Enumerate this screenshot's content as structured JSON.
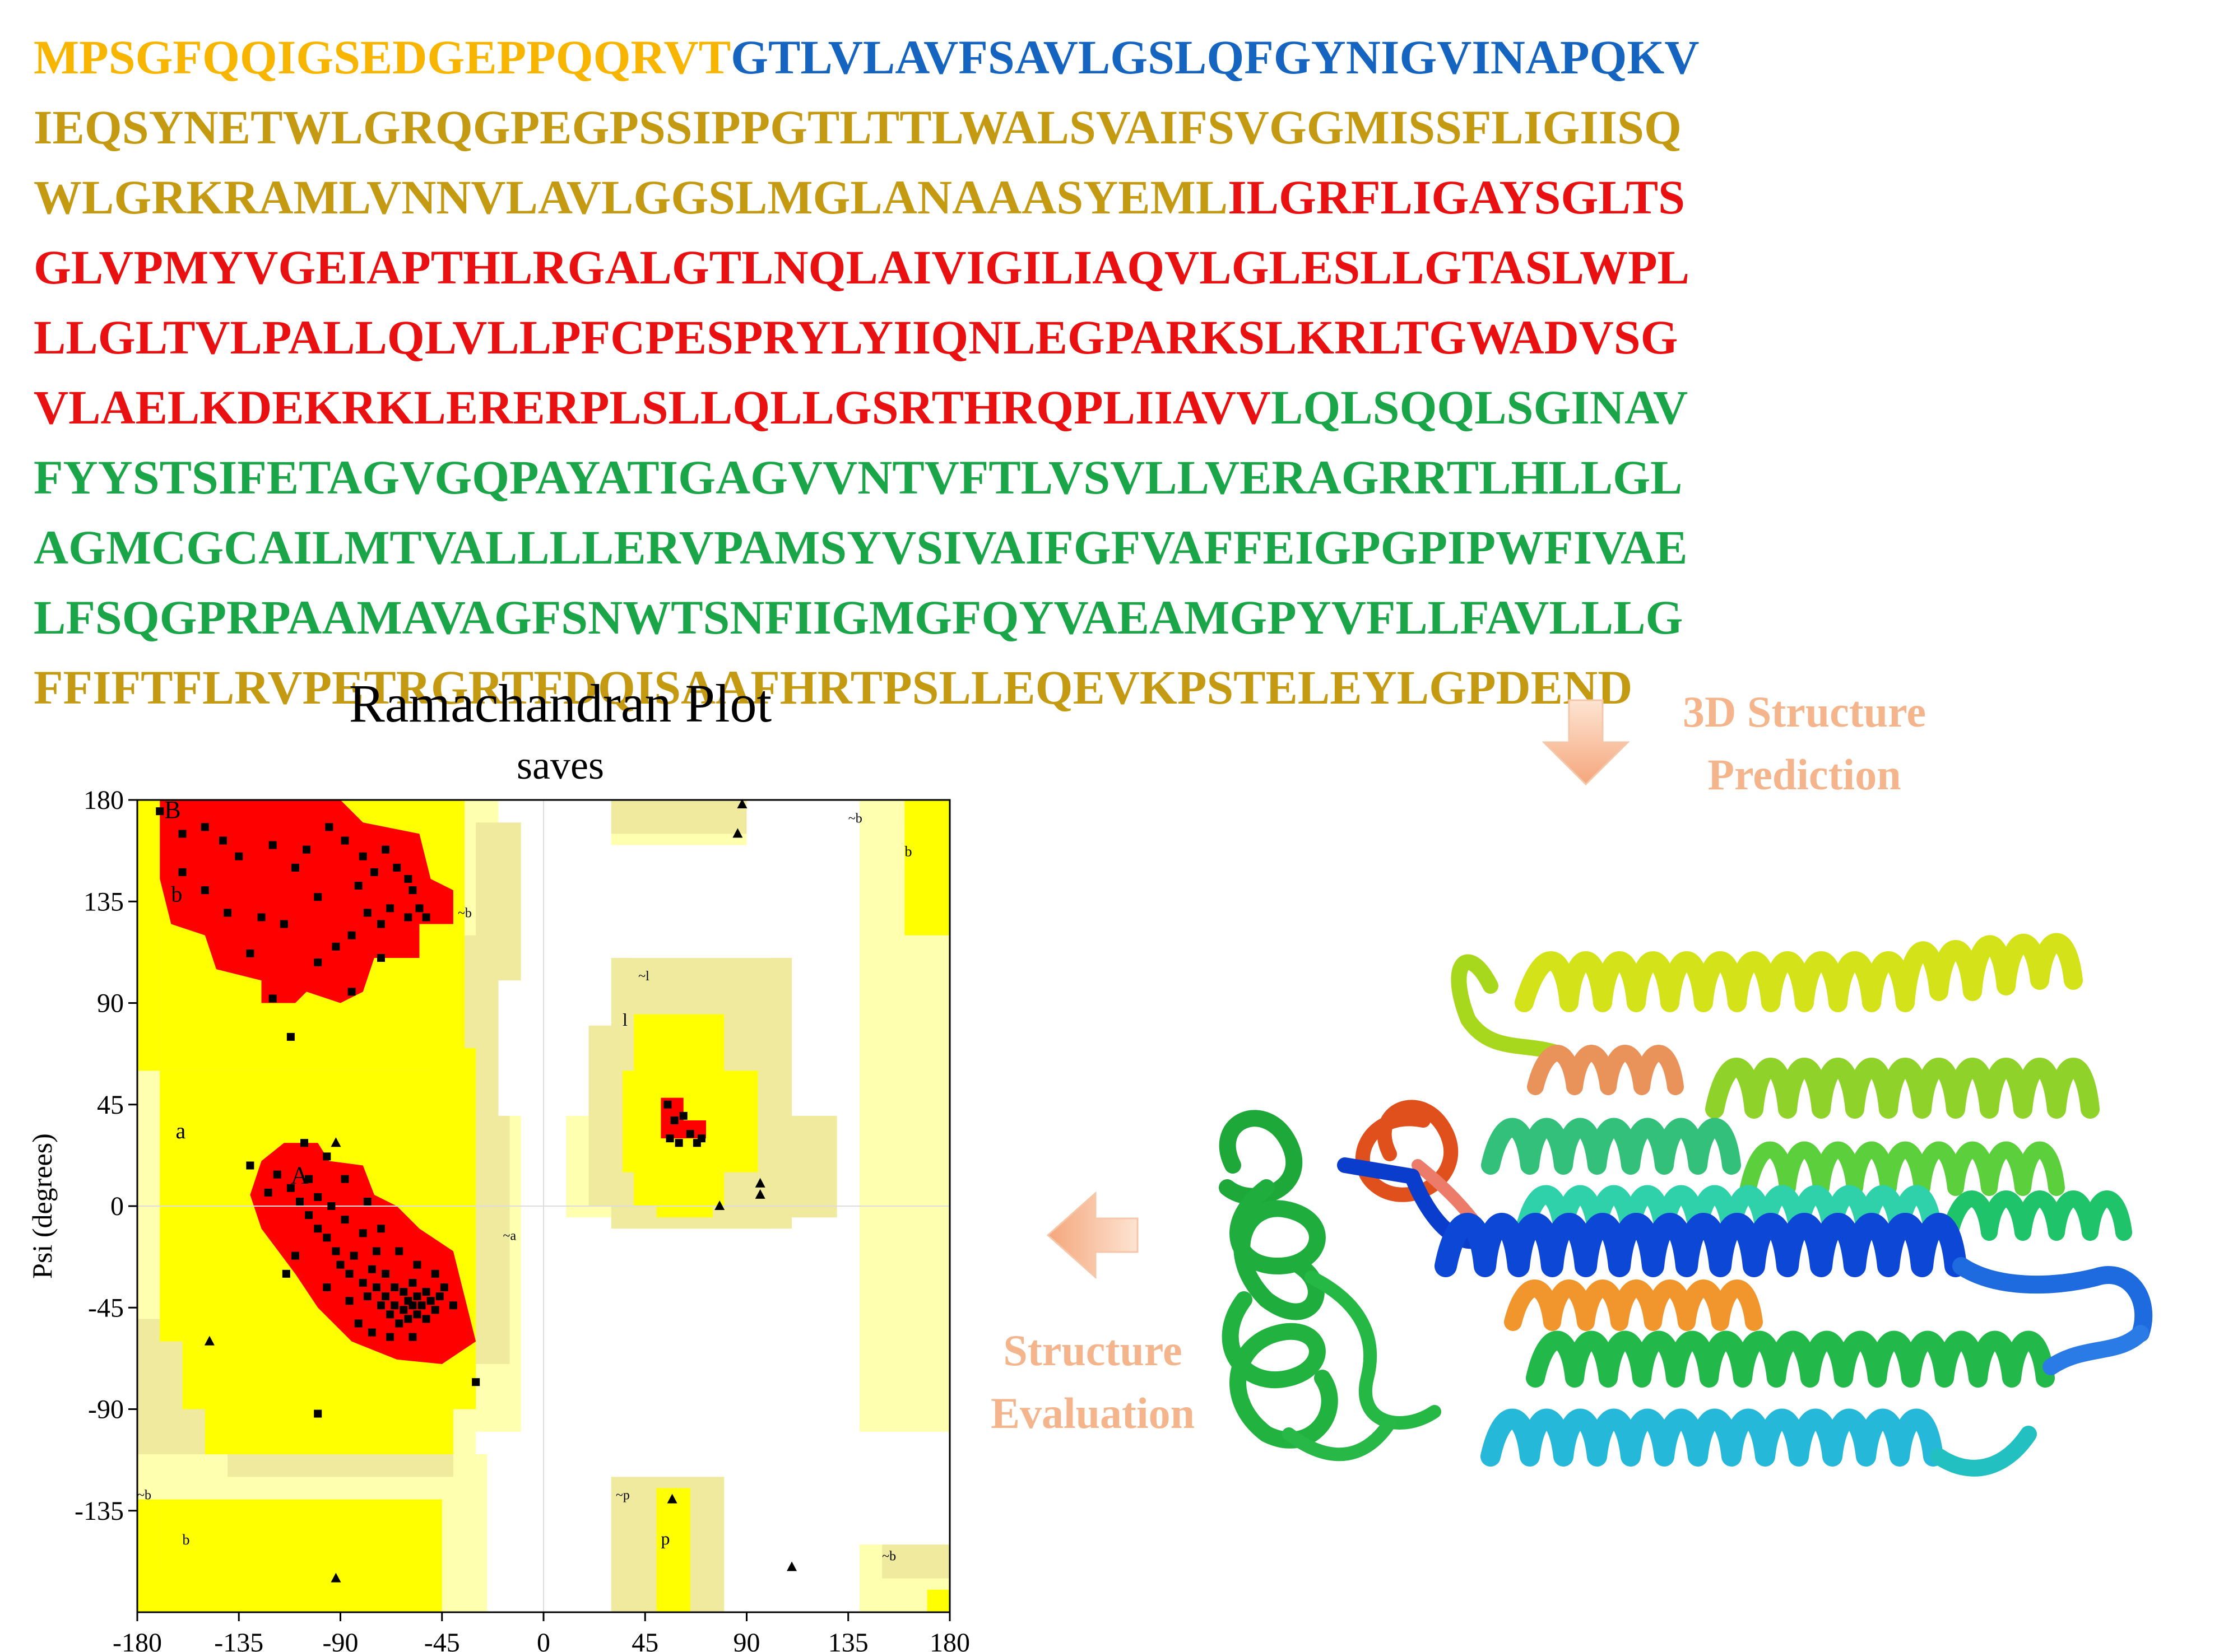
{
  "sequence": {
    "lines": [
      [
        {
          "text": "MPSGFQQIGSEDGEPPQQRVT",
          "color": "#f7b500"
        },
        {
          "text": "GTLVLAVFSAVLGSLQFGYNIGVINAPQKV",
          "color": "#1565c0"
        }
      ],
      [
        {
          "text": "IEQSYNETWLGRQGPEGPSSIPPGTLTTLWALSVAIFSVGGMISSFLIGIISQ",
          "color": "#c49a12"
        }
      ],
      [
        {
          "text": "WLGRKRAMLVNNVLAVLGGSLMGLANAAASYEML",
          "color": "#c49a12"
        },
        {
          "text": "ILGRFLIGAYSGLTS",
          "color": "#e81010"
        }
      ],
      [
        {
          "text": "GLVPMYVGEIAPTHLRGALGTLNQLAIVIGILIAQVLGLESLLGTASLWPL",
          "color": "#e81010"
        }
      ],
      [
        {
          "text": "LLGLTVLPALLQLVLLPFCPESPRYLYIIQNLEGPARKSLKRLTGWADVSG",
          "color": "#e81010"
        }
      ],
      [
        {
          "text": "VLAELKDEKRKLERERPLSLLQLLGSRTHRQPLIIAVV",
          "color": "#e81010"
        },
        {
          "text": "LQLSQQLSGINAV",
          "color": "#1aa548"
        }
      ],
      [
        {
          "text": "FYYSTSIFETAGVGQPAYATIGAGVVNTVFTLVSVLLVERAGRRTLHLLGL",
          "color": "#1aa548"
        }
      ],
      [
        {
          "text": "AGMCGCAILMTVALLLLERVPAMSYVSIVAIFGFVAFFEIGPGPIPWFIVAE",
          "color": "#1aa548"
        }
      ],
      [
        {
          "text": "LFSQGPRPAAMAVAGFSNWTSNFIIGMGFQYVAEAMGPYVFLLFAVLLLG",
          "color": "#1aa548"
        }
      ],
      [
        {
          "text": "FFIFTFLRVPETRGRTFDQISAAFHRTPSLLEQEVKPSTELEYLGPDEND",
          "color": "#c49a12"
        }
      ]
    ]
  },
  "ramachandran": {
    "title": "Ramachandran Plot",
    "subtitle": "saves",
    "y_axis_label": "Psi (degrees)",
    "x_ticks": [
      "-180",
      "-135",
      "-90",
      "-45",
      "0",
      "45",
      "90",
      "135",
      "180"
    ],
    "y_ticks": [
      "180",
      "135",
      "90",
      "45",
      "0",
      "-45",
      "-90",
      "-135"
    ],
    "region_labels": {
      "B": "B",
      "b": "b",
      "A": "A",
      "a": "a",
      "l": "l",
      "p": "p",
      "tilde_b": "~b",
      "tilde_a": "~a",
      "tilde_l": "~l",
      "tilde_p": "~p"
    },
    "colors": {
      "core": "#ff0000",
      "allowed": "#ffff00",
      "generous": "#efea9e",
      "pale": "#ffffb0",
      "points": "#000000"
    }
  },
  "chart_data": {
    "type": "scatter",
    "title": "Ramachandran Plot",
    "subtitle": "saves",
    "xlabel": "",
    "ylabel": "Psi (degrees)",
    "xlim": [
      -180,
      180
    ],
    "ylim": [
      -180,
      180
    ],
    "x_ticks": [
      -180,
      -135,
      -90,
      -45,
      0,
      45,
      90,
      135,
      180
    ],
    "y_ticks": [
      -135,
      -90,
      -45,
      0,
      45,
      90,
      135,
      180
    ],
    "series": [
      {
        "marker": "square",
        "points": [
          [
            -170,
            175
          ],
          [
            -160,
            165
          ],
          [
            -150,
            168
          ],
          [
            -142,
            162
          ],
          [
            -135,
            155
          ],
          [
            -120,
            160
          ],
          [
            -110,
            150
          ],
          [
            -105,
            158
          ],
          [
            -95,
            168
          ],
          [
            -88,
            162
          ],
          [
            -80,
            155
          ],
          [
            -75,
            148
          ],
          [
            -70,
            158
          ],
          [
            -65,
            150
          ],
          [
            -60,
            145
          ],
          [
            -58,
            140
          ],
          [
            -55,
            132
          ],
          [
            -52,
            128
          ],
          [
            -60,
            128
          ],
          [
            -68,
            132
          ],
          [
            -72,
            125
          ],
          [
            -78,
            130
          ],
          [
            -85,
            120
          ],
          [
            -92,
            115
          ],
          [
            -100,
            108
          ],
          [
            -115,
            125
          ],
          [
            -125,
            128
          ],
          [
            -130,
            112
          ],
          [
            -140,
            130
          ],
          [
            -150,
            140
          ],
          [
            -160,
            148
          ],
          [
            -120,
            92
          ],
          [
            -85,
            95
          ],
          [
            -112,
            75
          ],
          [
            -72,
            110
          ],
          [
            -100,
            137
          ],
          [
            -82,
            142
          ],
          [
            -130,
            18
          ],
          [
            -118,
            14
          ],
          [
            -112,
            8
          ],
          [
            -108,
            2
          ],
          [
            -104,
            -4
          ],
          [
            -100,
            -10
          ],
          [
            -96,
            -14
          ],
          [
            -92,
            -20
          ],
          [
            -90,
            -26
          ],
          [
            -86,
            -30
          ],
          [
            -84,
            -22
          ],
          [
            -80,
            -34
          ],
          [
            -78,
            -40
          ],
          [
            -76,
            -28
          ],
          [
            -74,
            -36
          ],
          [
            -72,
            -44
          ],
          [
            -70,
            -30
          ],
          [
            -70,
            -40
          ],
          [
            -68,
            -48
          ],
          [
            -66,
            -36
          ],
          [
            -66,
            -44
          ],
          [
            -64,
            -52
          ],
          [
            -62,
            -38
          ],
          [
            -62,
            -46
          ],
          [
            -60,
            -42
          ],
          [
            -60,
            -50
          ],
          [
            -58,
            -34
          ],
          [
            -58,
            -44
          ],
          [
            -56,
            -40
          ],
          [
            -56,
            -48
          ],
          [
            -54,
            -44
          ],
          [
            -52,
            -38
          ],
          [
            -52,
            -50
          ],
          [
            -50,
            -42
          ],
          [
            -48,
            -46
          ],
          [
            -46,
            -40
          ],
          [
            -74,
            -20
          ],
          [
            -80,
            -12
          ],
          [
            -88,
            -6
          ],
          [
            -94,
            0
          ],
          [
            -100,
            4
          ],
          [
            -104,
            12
          ],
          [
            -110,
            -22
          ],
          [
            -114,
            -30
          ],
          [
            -96,
            -36
          ],
          [
            -86,
            -42
          ],
          [
            -82,
            -52
          ],
          [
            -76,
            -56
          ],
          [
            -68,
            -58
          ],
          [
            -58,
            -58
          ],
          [
            -122,
            6
          ],
          [
            -106,
            28
          ],
          [
            -96,
            22
          ],
          [
            -88,
            12
          ],
          [
            -78,
            2
          ],
          [
            -72,
            -10
          ],
          [
            -64,
            -20
          ],
          [
            -56,
            -26
          ],
          [
            -48,
            -30
          ],
          [
            -44,
            -36
          ],
          [
            -40,
            -44
          ],
          [
            -100,
            -92
          ],
          [
            -30,
            -78
          ],
          [
            55,
            45
          ],
          [
            58,
            38
          ],
          [
            56,
            30
          ],
          [
            60,
            28
          ],
          [
            65,
            32
          ],
          [
            62,
            40
          ],
          [
            68,
            28
          ],
          [
            70,
            30
          ]
        ]
      },
      {
        "marker": "triangle",
        "points": [
          [
            -92,
            28
          ],
          [
            -148,
            -60
          ],
          [
            -92,
            -165
          ],
          [
            88,
            178
          ],
          [
            86,
            165
          ],
          [
            96,
            10
          ],
          [
            96,
            5
          ],
          [
            78,
            0
          ],
          [
            57,
            -130
          ],
          [
            110,
            -160
          ]
        ]
      }
    ]
  },
  "steps": {
    "prediction": {
      "line1": "3D Structure",
      "line2": "Prediction"
    },
    "evaluation": {
      "line1": "Structure",
      "line2": "Evaluation"
    }
  }
}
